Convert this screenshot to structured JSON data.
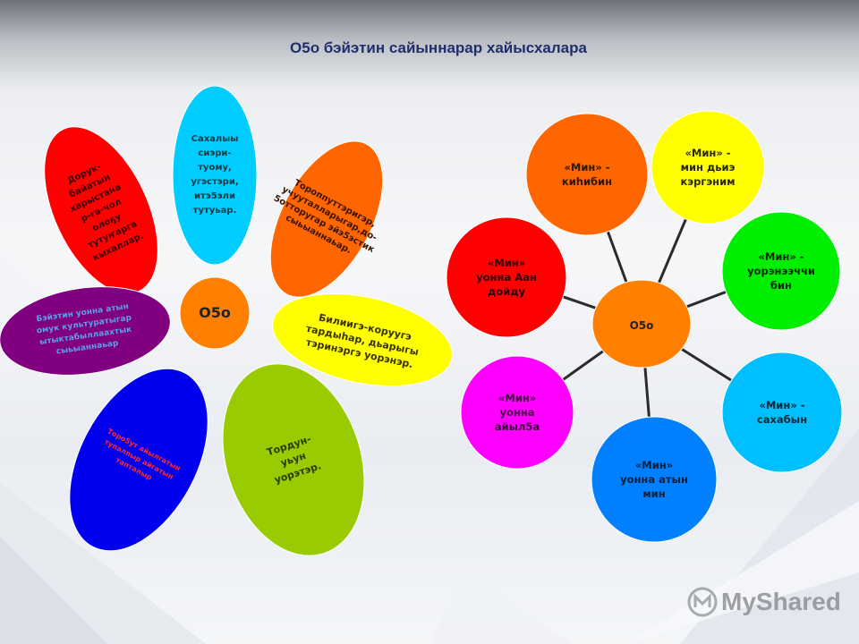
{
  "title": "О5о бэйэтин сайыннарар хайысхалара",
  "flower": {
    "center_label": "О5о",
    "center_color": "#ff8000",
    "petals": [
      {
        "text": "Дорук-\nбайатын\nхарыстана\nр-га-чол\nолоҕу\nтутуҥарга\nкыхаллар.",
        "fill": "#ff0000",
        "text_color": "#3a0000"
      },
      {
        "text": "Сахалыы\nсиэри-\nтуому,\nугэстэри,\nитэ5эли\nтутуьар.",
        "fill": "#00ccff",
        "text_color": "#1a3a44"
      },
      {
        "text": "Тороппуттэригэр,\nучууталларыгар,до-\n5отторугар эйэ5эстик\nсыьыаннаьар.",
        "fill": "#ff6600",
        "text_color": "#3a1500"
      },
      {
        "text": "Билиигэ-коруугэ\nтардыhар, дьарыгы\nтэринэргэ уорэнэр.",
        "fill": "#ffff00",
        "text_color": "#3a3400"
      },
      {
        "text": "Тордун-\nуьун\nуорэтэр.",
        "fill": "#99cc00",
        "text_color": "#2a3a00"
      },
      {
        "text": "Торо5ут айылгатын\nтупалпыр айгатын\nтапталыр",
        "fill": "#0000ee",
        "text_color": "#ff2a2a"
      },
      {
        "text": "Бэйэтин уонна атын\nомук культуратыгар\nытыктабыллаахтык\nсыьыаннаьар",
        "fill": "#800080",
        "text_color": "#5c9fe8"
      }
    ]
  },
  "network": {
    "center_label": "О5о",
    "center_color": "#ff8000",
    "nodes": [
      {
        "text": "«Мин» -\nкиhибин",
        "fill": "#ff6600",
        "text_color": "#2b1700"
      },
      {
        "text": "«Мин» -\nмин дьиэ\nкэргэним",
        "fill": "#ffff00",
        "text_color": "#2b2900"
      },
      {
        "text": "«Мин» -\nуорэнээччи\nбин",
        "fill": "#00ee00",
        "text_color": "#0d2b0d"
      },
      {
        "text": "«Мин» -\nсахабын",
        "fill": "#00bfff",
        "text_color": "#0d2433"
      },
      {
        "text": "«Мин»\nуонна атын\nмин",
        "fill": "#0080ff",
        "text_color": "#0d1f3a"
      },
      {
        "text": "«Мин»\nуонна\nайыл5а",
        "fill": "#ff00ff",
        "text_color": "#3a0a3a"
      },
      {
        "text": "«Мин»\nуонна Аан\nдойду",
        "fill": "#ff0000",
        "text_color": "#2b0000"
      }
    ]
  },
  "logo": {
    "text": "MyShared"
  }
}
